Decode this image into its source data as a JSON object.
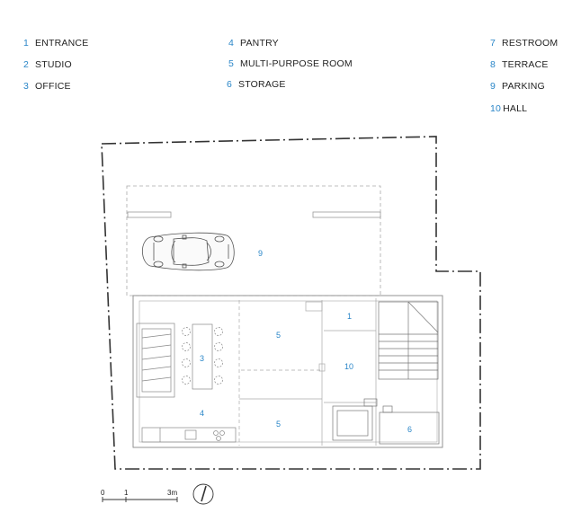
{
  "legend": [
    {
      "num": "1",
      "label": "ENTRANCE"
    },
    {
      "num": "2",
      "label": "STUDIO"
    },
    {
      "num": "3",
      "label": "OFFICE"
    },
    {
      "num": "4",
      "label": "PANTRY"
    },
    {
      "num": "5",
      "label": "MULTI-PURPOSE ROOM"
    },
    {
      "num": "6",
      "label": "STORAGE"
    },
    {
      "num": "7",
      "label": "RESTROOM"
    },
    {
      "num": "8",
      "label": "TERRACE"
    },
    {
      "num": "9",
      "label": "PARKING"
    },
    {
      "num": "10",
      "label": "HALL"
    }
  ],
  "plan_labels": {
    "parking": "9",
    "entrance": "1",
    "office": "3",
    "mpr_upper": "5",
    "hall": "10",
    "pantry": "4",
    "mpr_lower": "5",
    "storage": "6"
  },
  "scale_bar": {
    "zero": "0",
    "one": "1",
    "three": "3m"
  },
  "colors": {
    "accent": "#2a86c8",
    "line": "#9a9a9a",
    "boundary": "#333333"
  }
}
